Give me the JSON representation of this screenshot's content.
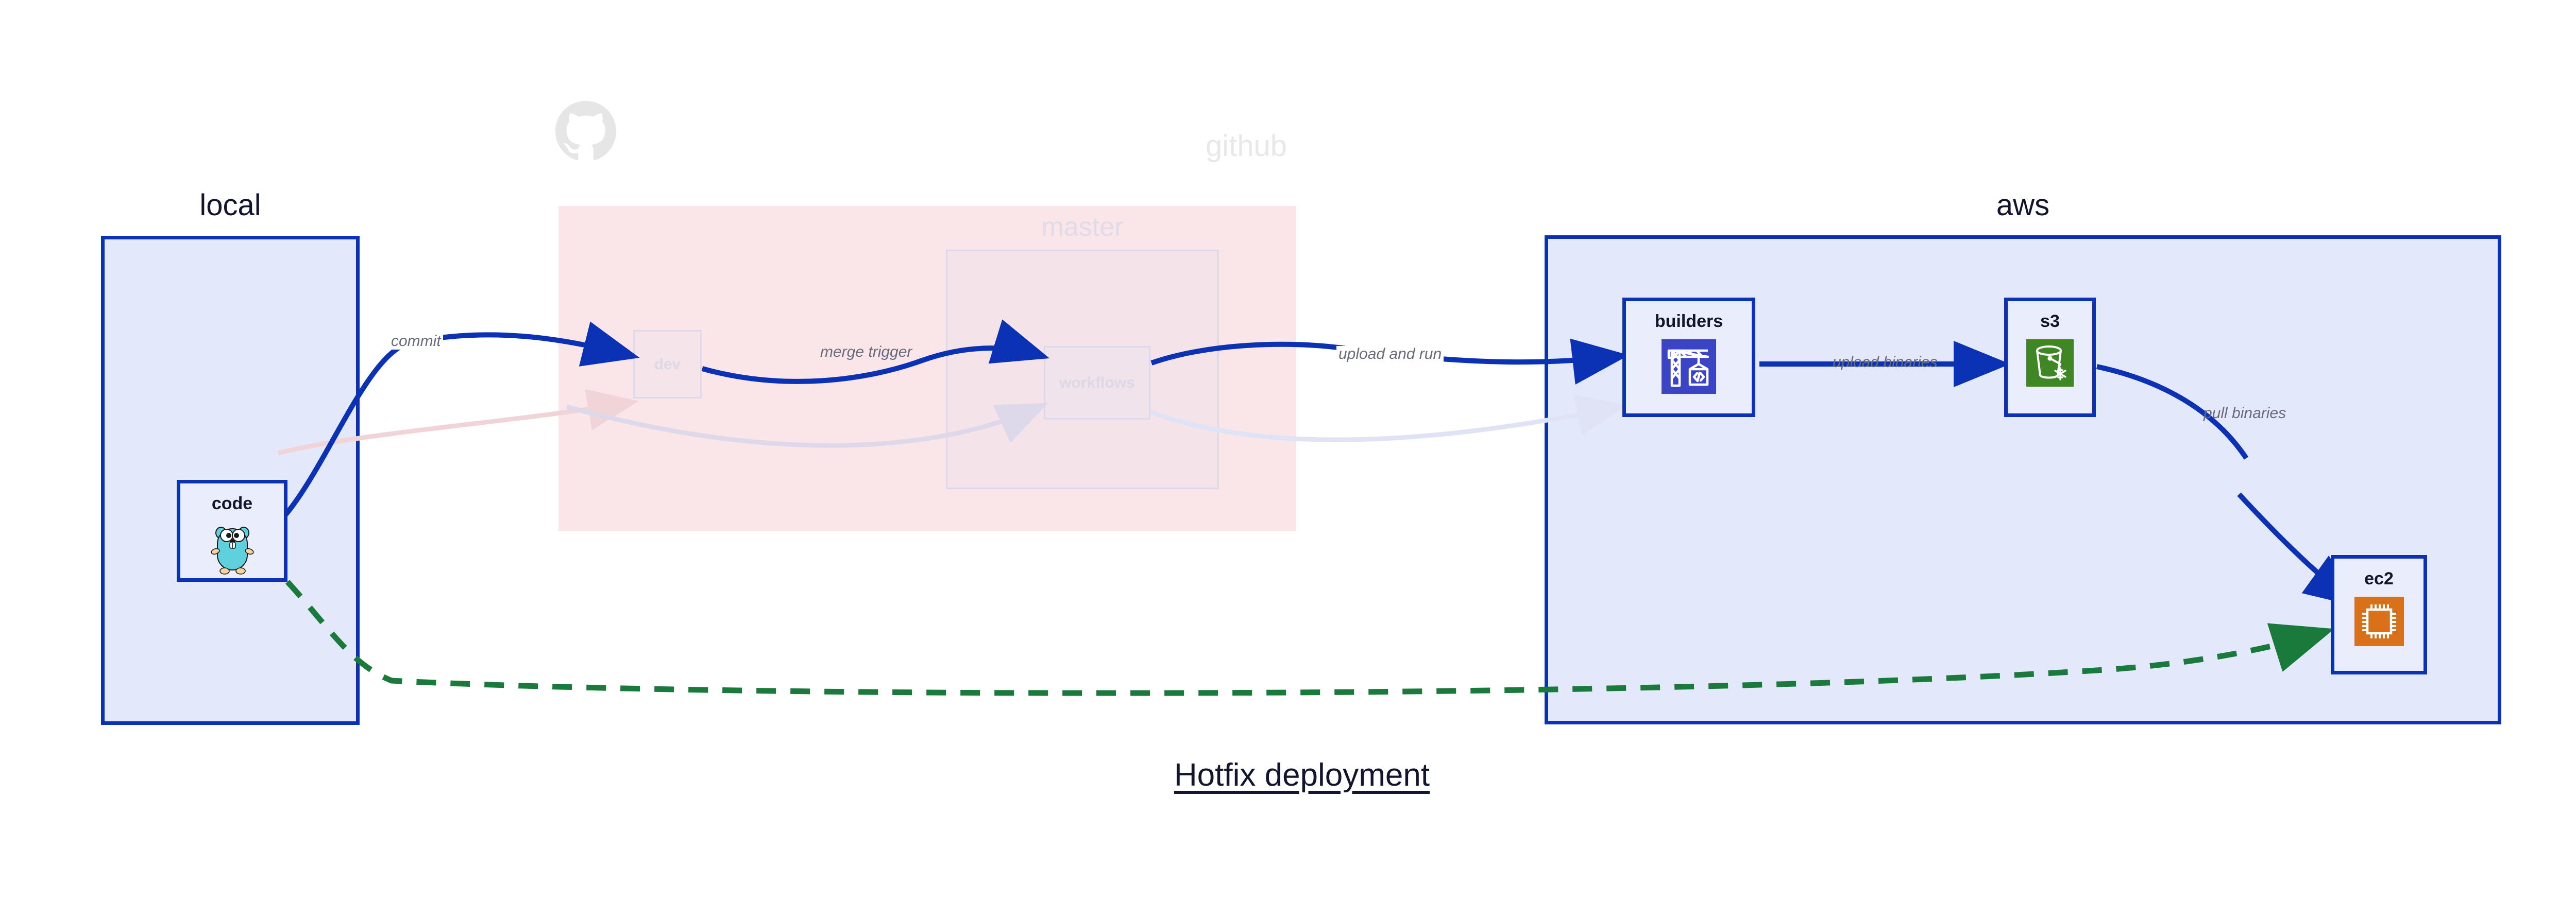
{
  "diagram": {
    "caption": "Hotfix deployment",
    "clusters": [
      {
        "id": "local",
        "label": "local",
        "fill": "#e3e8fb",
        "stroke": "#0b32b5"
      },
      {
        "id": "github",
        "label": "github",
        "fill": "#f5c7ce",
        "stroke": "none",
        "faded": true
      },
      {
        "id": "master",
        "label": "master",
        "fill": "#ded9ea",
        "stroke": "#ded9ea",
        "faded": true
      },
      {
        "id": "aws",
        "label": "aws",
        "fill": "#e3e8fb",
        "stroke": "#0b32b5"
      }
    ],
    "nodes": [
      {
        "id": "code",
        "label": "code",
        "icon": "go-gopher-icon",
        "cluster": "local",
        "faded": false
      },
      {
        "id": "dev",
        "label": "dev",
        "icon": "none",
        "cluster": "github",
        "faded": true
      },
      {
        "id": "workflows",
        "label": "workflows",
        "icon": "none",
        "cluster": "master",
        "faded": true
      },
      {
        "id": "builders",
        "label": "builders",
        "icon": "crane-code-icon",
        "cluster": "aws",
        "faded": false,
        "icon_color": "#3b44c4"
      },
      {
        "id": "s3",
        "label": "s3",
        "icon": "s3-bucket-glacier-icon",
        "cluster": "aws",
        "faded": false,
        "icon_color": "#3f8624"
      },
      {
        "id": "ec2",
        "label": "ec2",
        "icon": "cpu-chip-icon",
        "cluster": "aws",
        "faded": false,
        "icon_color": "#d9701a"
      }
    ],
    "edges": [
      {
        "from": "code",
        "to": "dev",
        "label": "commit",
        "color": "#0b32b5",
        "style": "solid",
        "faded": false
      },
      {
        "from": "dev",
        "to": "workflows",
        "label": "merge trigger",
        "color": "#0b32b5",
        "style": "solid",
        "faded": false
      },
      {
        "from": "workflows",
        "to": "builders",
        "label": "upload and run",
        "color": "#0b32b5",
        "style": "solid",
        "faded": false
      },
      {
        "from": "builders",
        "to": "s3",
        "label": "upload binaries",
        "color": "#0b32b5",
        "style": "solid",
        "faded": false
      },
      {
        "from": "s3",
        "to": "ec2",
        "label": "pull binaries",
        "color": "#0b32b5",
        "style": "solid",
        "faded": false
      },
      {
        "from": "code",
        "to": "ec2",
        "label": "",
        "color": "#1a7a3c",
        "style": "dashed",
        "faded": false
      },
      {
        "from": "code",
        "to": "dev",
        "label": "",
        "color": "#f1d4d8",
        "style": "solid",
        "faded": true
      },
      {
        "from": "dev",
        "to": "workflows",
        "label": "",
        "color": "#ded9ea",
        "style": "solid",
        "faded": true
      },
      {
        "from": "workflows",
        "to": "builders",
        "label": "",
        "color": "#dfe3f5",
        "style": "solid",
        "faded": true
      }
    ],
    "colors": {
      "edge_blue": "#0b32b5",
      "edge_green": "#1a7a3c",
      "cluster_blue_fill": "#e3e8fb",
      "cluster_pink_fill": "#f7e1e5",
      "node_fill": "#eaeefc",
      "label_gray": "#676b7b",
      "text_dark": "#12152b"
    }
  }
}
